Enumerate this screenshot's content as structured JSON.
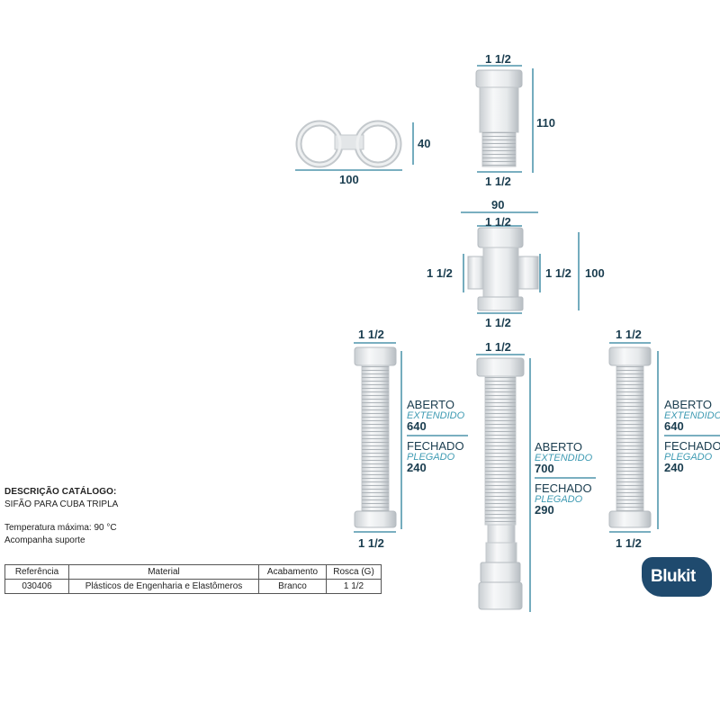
{
  "dims": {
    "support_width": "100",
    "support_height": "40",
    "adapter_top": "1 1/2",
    "adapter_height": "110",
    "adapter_bottom": "1 1/2",
    "cross_width": "90",
    "cross_top": "1 1/2",
    "cross_left": "1 1/2",
    "cross_right": "1 1/2",
    "cross_height": "100",
    "cross_bottom": "1 1/2",
    "left_top": "1 1/2",
    "left_bottom": "1 1/2",
    "center_top": "1 1/2",
    "right_top": "1 1/2",
    "right_bottom": "1 1/2"
  },
  "hoses": {
    "left": {
      "open_label": "ABERTO",
      "open_sub": "EXTENDIDO",
      "open_value": "640",
      "closed_label": "FECHADO",
      "closed_sub": "PLEGADO",
      "closed_value": "240"
    },
    "center": {
      "open_label": "ABERTO",
      "open_sub": "EXTENDIDO",
      "open_value": "700",
      "closed_label": "FECHADO",
      "closed_sub": "PLEGADO",
      "closed_value": "290"
    },
    "right": {
      "open_label": "ABERTO",
      "open_sub": "EXTENDIDO",
      "open_value": "640",
      "closed_label": "FECHADO",
      "closed_sub": "PLEGADO",
      "closed_value": "240"
    }
  },
  "catalog": {
    "title": "DESCRIÇÃO CATÁLOGO:",
    "subtitle": "SIFÃO PARA CUBA TRIPLA",
    "notes": [
      "Temperatura máxima: 90 °C",
      "Acompanha suporte"
    ]
  },
  "table": {
    "headers": [
      "Referência",
      "Material",
      "Acabamento",
      "Rosca (G)"
    ],
    "row": [
      "030406",
      "Plásticos de Engenharia e Elastômeros",
      "Branco",
      "1 1/2"
    ]
  },
  "brand": {
    "name": "Blukit"
  },
  "colors": {
    "dimension_text": "#1a3d4f",
    "italic_text": "#3f9bb3",
    "dimension_line": "#2a7f9a",
    "logo_bg": "#1f4a6e"
  }
}
